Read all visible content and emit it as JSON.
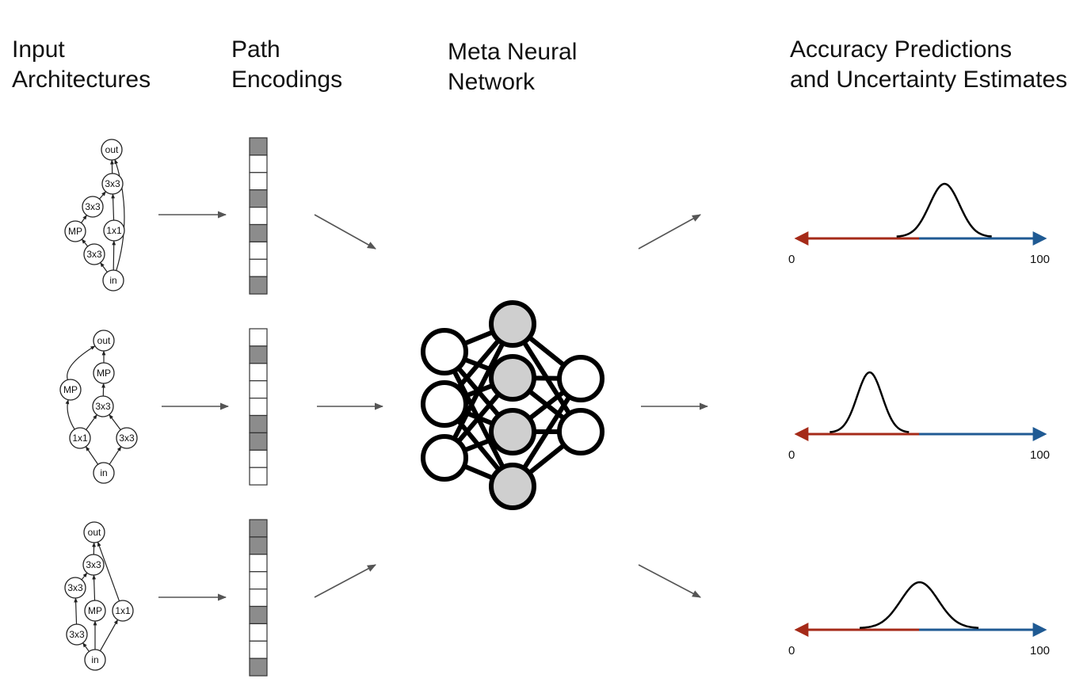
{
  "headings": {
    "input": [
      "Input",
      "Architectures"
    ],
    "path": [
      "Path",
      "Encodings"
    ],
    "meta": [
      "Meta Neural",
      "Network"
    ],
    "accuracy": [
      "Accuracy Predictions",
      "and Uncertainty Estimates"
    ]
  },
  "colors": {
    "filled_cell": "#8c8c8c",
    "empty_cell": "#ffffff",
    "hidden_node": "#cfcfcf",
    "axis_left": "#a52a18",
    "axis_right": "#1f5a93",
    "arrow": "#555555"
  },
  "architectures": [
    {
      "nodes": [
        {
          "id": "out",
          "label": "out"
        },
        {
          "id": "a",
          "label": "3x3"
        },
        {
          "id": "b",
          "label": "3x3"
        },
        {
          "id": "c",
          "label": "MP"
        },
        {
          "id": "d",
          "label": "1x1"
        },
        {
          "id": "e",
          "label": "3x3"
        },
        {
          "id": "in",
          "label": "in"
        }
      ],
      "edges": [
        [
          "in",
          "e"
        ],
        [
          "e",
          "c"
        ],
        [
          "c",
          "b"
        ],
        [
          "b",
          "a"
        ],
        [
          "in",
          "d"
        ],
        [
          "d",
          "a"
        ],
        [
          "a",
          "out"
        ],
        [
          "in",
          "out"
        ]
      ]
    },
    {
      "nodes": [
        {
          "id": "out",
          "label": "out"
        },
        {
          "id": "mp2",
          "label": "MP"
        },
        {
          "id": "mp",
          "label": "MP"
        },
        {
          "id": "c3",
          "label": "3x3"
        },
        {
          "id": "c1",
          "label": "1x1"
        },
        {
          "id": "c3b",
          "label": "3x3"
        },
        {
          "id": "in",
          "label": "in"
        }
      ],
      "edges": [
        [
          "in",
          "c1"
        ],
        [
          "in",
          "c3b"
        ],
        [
          "c1",
          "mp"
        ],
        [
          "c1",
          "c3"
        ],
        [
          "c3b",
          "c3"
        ],
        [
          "c3",
          "mp2"
        ],
        [
          "mp2",
          "out"
        ],
        [
          "mp",
          "out"
        ]
      ]
    },
    {
      "nodes": [
        {
          "id": "out",
          "label": "out"
        },
        {
          "id": "a",
          "label": "3x3"
        },
        {
          "id": "b",
          "label": "3x3"
        },
        {
          "id": "mp",
          "label": "MP"
        },
        {
          "id": "c1",
          "label": "1x1"
        },
        {
          "id": "e",
          "label": "3x3"
        },
        {
          "id": "in",
          "label": "in"
        }
      ],
      "edges": [
        [
          "in",
          "e"
        ],
        [
          "e",
          "b"
        ],
        [
          "b",
          "a"
        ],
        [
          "in",
          "mp"
        ],
        [
          "mp",
          "a"
        ],
        [
          "a",
          "out"
        ],
        [
          "in",
          "c1"
        ],
        [
          "c1",
          "out"
        ]
      ]
    }
  ],
  "encodings": [
    [
      1,
      0,
      0,
      1,
      0,
      1,
      0,
      0,
      1
    ],
    [
      0,
      1,
      0,
      0,
      0,
      1,
      1,
      0,
      0
    ],
    [
      1,
      1,
      0,
      0,
      0,
      1,
      0,
      0,
      1
    ]
  ],
  "network": {
    "layers": [
      3,
      4,
      2
    ]
  },
  "predictions": [
    {
      "mean": 61,
      "spread": 12,
      "axis_min": "0",
      "axis_max": "100"
    },
    {
      "mean": 31,
      "spread": 10,
      "axis_min": "0",
      "axis_max": "100"
    },
    {
      "mean": 51,
      "spread": 15,
      "axis_min": "0",
      "axis_max": "100"
    }
  ]
}
